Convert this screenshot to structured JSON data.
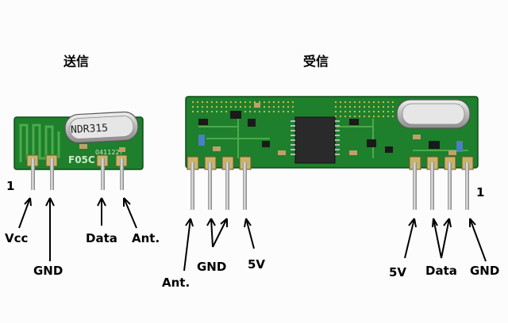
{
  "titles": {
    "transmitter": "送信",
    "receiver": "受信"
  },
  "chips": {
    "tx_crystal": "NDR315",
    "tx_code": "F05C",
    "tx_date": "041122?",
    "rx_ic": ""
  },
  "tx_labels": {
    "pin1": "1",
    "vcc": "Vcc",
    "gnd": "GND",
    "data": "Data",
    "ant": "Ant."
  },
  "rx_labels": {
    "ant": "Ant.",
    "gnd": "GND",
    "v5_left": "5V",
    "v5_right": "5V",
    "data": "Data",
    "gnd_right": "GND",
    "pin1": "1"
  },
  "colors": {
    "pcb": "#1e7f2c",
    "pcb_dark": "#145c1e",
    "trace": "#4cab4a",
    "pin": "#c8c8c8",
    "pin_dark": "#8a8a8a",
    "crystal": "#d9d9d9",
    "ic": "#2a2a2a",
    "background": "#fcfcfc"
  }
}
